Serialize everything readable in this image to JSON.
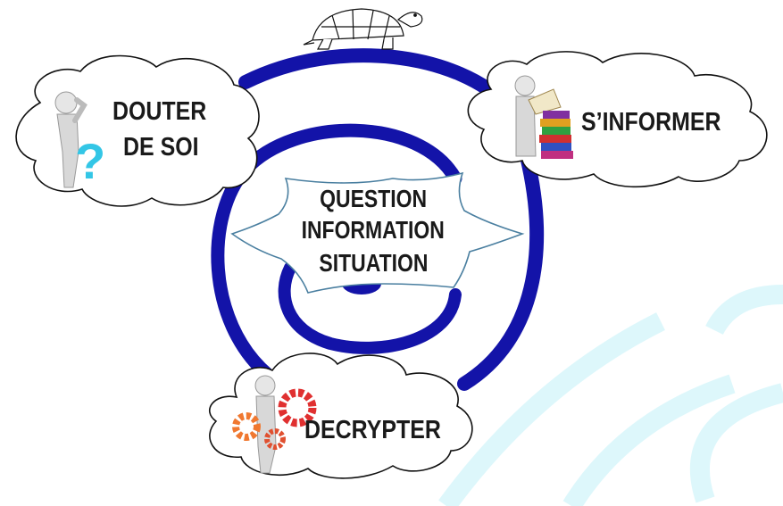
{
  "diagram": {
    "stages": [
      {
        "id": "douter",
        "lines": [
          "DOUTER",
          "DE SOI"
        ],
        "figure": "thinking-figure-question-mark"
      },
      {
        "id": "informer",
        "lines": [
          "S’INFORMER"
        ],
        "figure": "figure-reading-book-stack"
      },
      {
        "id": "decrypter",
        "lines": [
          "DECRYPTER"
        ],
        "figure": "figure-with-gears"
      }
    ],
    "center": {
      "lines": [
        "QUESTION",
        "INFORMATION",
        "SITUATION"
      ]
    },
    "top_symbol": "turtle-icon"
  },
  "colors": {
    "spiral": "#1313a8",
    "cloud_stroke": "#111111",
    "star_stroke": "#4a7fa0",
    "question_mark": "#33c6e6",
    "gear_orange": "#f07830",
    "gear_red": "#e03030",
    "watermark": "#ddf7fb"
  }
}
